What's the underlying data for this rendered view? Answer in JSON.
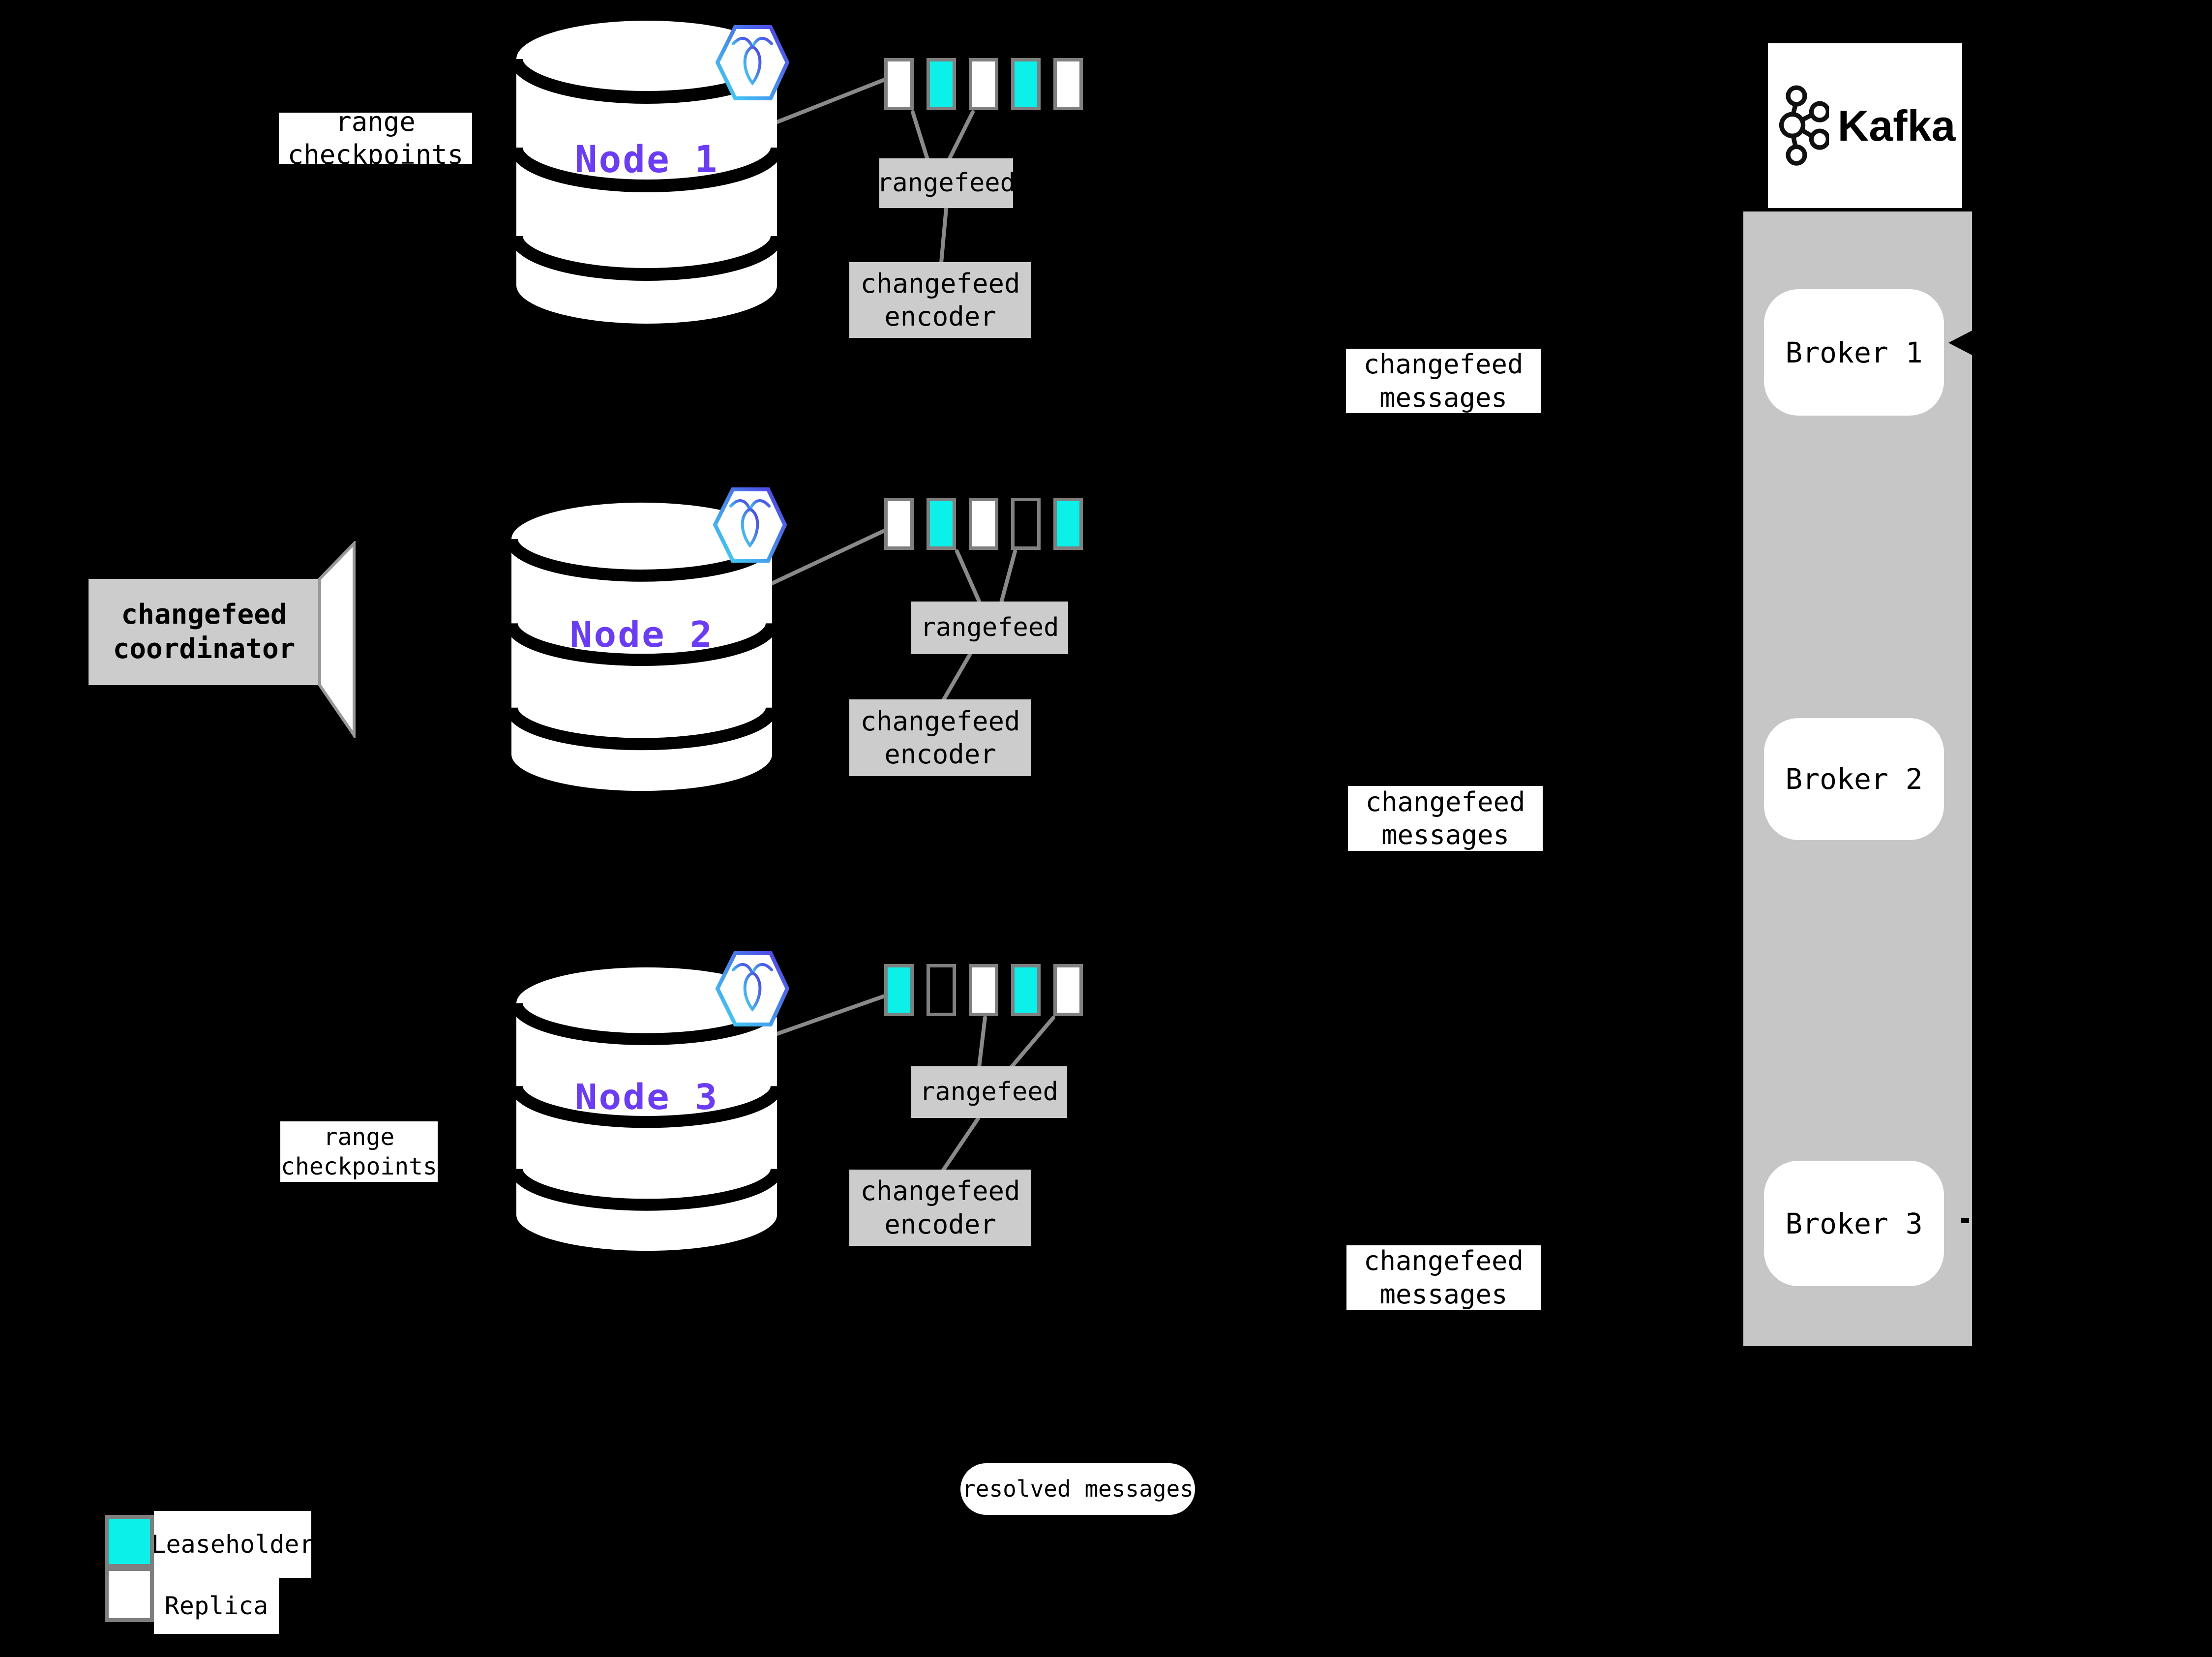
{
  "shared": {
    "rangefeed": "rangefeed",
    "encoder": [
      "changefeed",
      "encoder"
    ],
    "messages": [
      "changefeed",
      "messages"
    ],
    "range_checkpoints": [
      "range",
      "checkpoints"
    ],
    "coordinator": [
      "changefeed",
      "coordinator"
    ],
    "resolved": "resolved messages"
  },
  "nodes": [
    {
      "label": "Node 1",
      "ranges": [
        "replica",
        "leaseholder",
        "replica",
        "leaseholder",
        "replica"
      ]
    },
    {
      "label": "Node 2",
      "ranges": [
        "replica",
        "leaseholder",
        "replica",
        "empty",
        "leaseholder"
      ]
    },
    {
      "label": "Node 3",
      "ranges": [
        "leaseholder",
        "empty",
        "replica",
        "leaseholder",
        "replica"
      ]
    }
  ],
  "kafka": {
    "wordmark": "Kafka",
    "brokers": [
      "Broker 1",
      "Broker 2",
      "Broker 3"
    ]
  },
  "legend": {
    "leaseholder_label": "Leaseholder",
    "replica_label": "Replica"
  },
  "colors": {
    "leaseholder": "#0BF0E9",
    "replica": "#FFFFFF",
    "node_label": "#6B3CF5",
    "box_gray": "#CCCCCC",
    "column_gray": "#C6C6C6",
    "border_gray": "#7F7F7F",
    "connector": "#8A8A8A",
    "badge_grad_start": "#3FD9F4",
    "badge_grad_end": "#4F3BE6"
  }
}
